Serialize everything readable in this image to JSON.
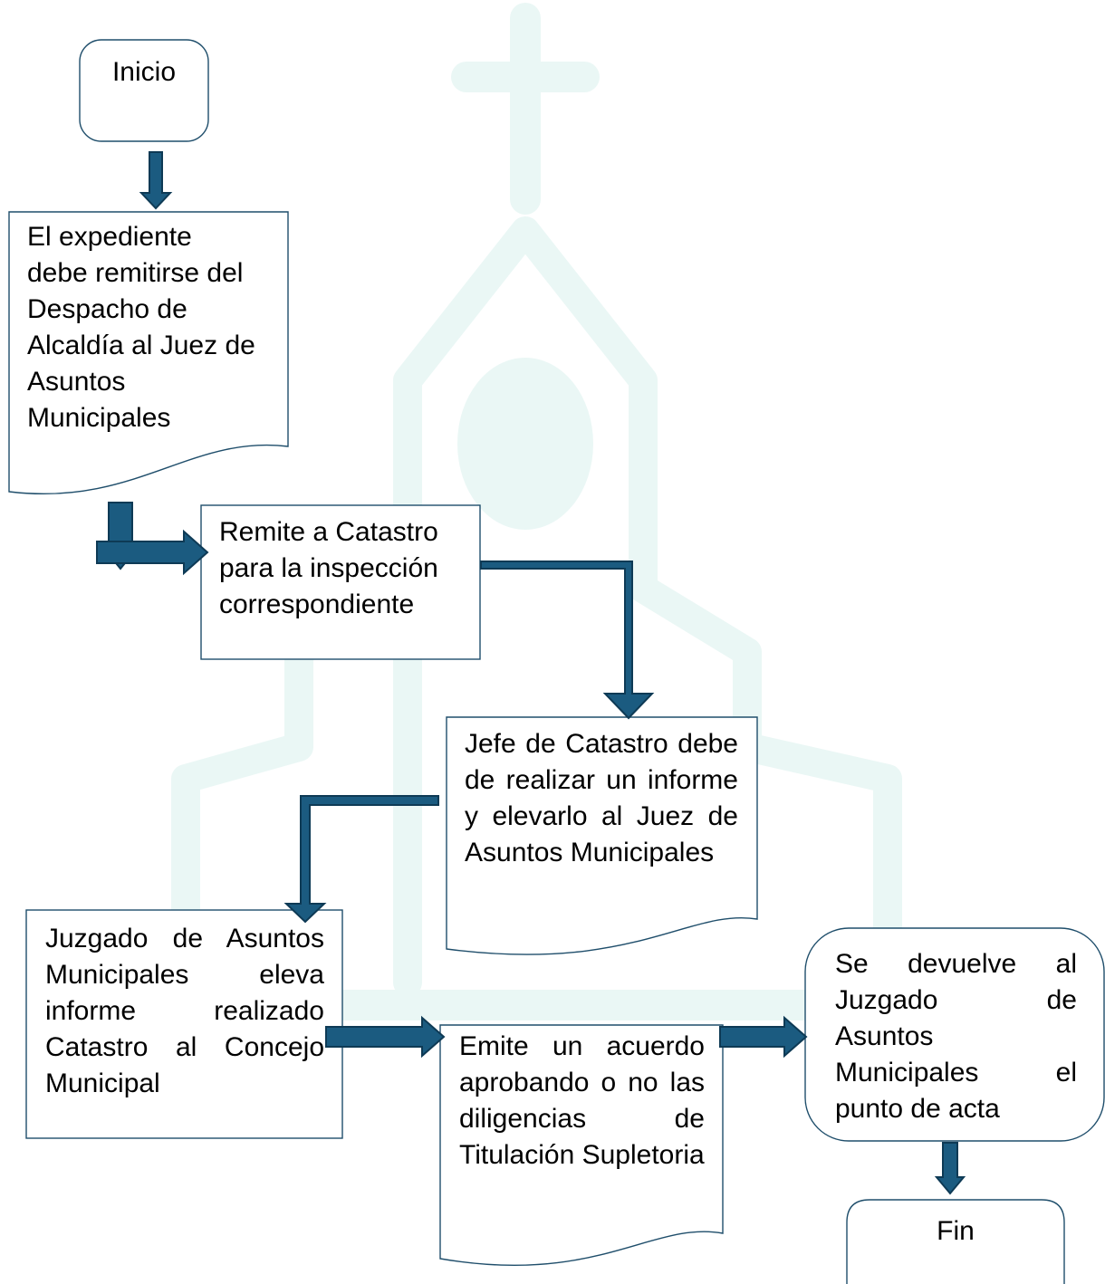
{
  "colors": {
    "box_border": "#1f4e6b",
    "arrow_fill": "#1b5b80",
    "arrow_outline": "#0e3a55",
    "watermark": "#eaf7f5"
  },
  "watermark": {
    "icon": "church-icon"
  },
  "nodes": {
    "start": {
      "text": "Inicio"
    },
    "expediente": {
      "lines": [
        "El expediente",
        "debe remitirse del",
        "Despacho de",
        "Alcaldía al Juez de",
        "Asuntos",
        "Municipales"
      ]
    },
    "catastro": {
      "lines": [
        "Remite a Catastro",
        "para la inspección",
        "correspondiente"
      ]
    },
    "jefe": {
      "text": "Jefe de Catastro debe de realizar un informe y elevarlo al Juez de Asuntos Municipales"
    },
    "juzgado": {
      "text": "Juzgado de Asuntos Municipales eleva informe realizado Catastro al Concejo Municipal"
    },
    "acuerdo": {
      "text": "Emite un acuerdo aprobando o no las diligencias de Titulación Supletoria"
    },
    "devuelve": {
      "text": "Se devuelve al Juzgado de Asuntos Municipales el punto de acta"
    },
    "end": {
      "text": "Fin"
    }
  }
}
